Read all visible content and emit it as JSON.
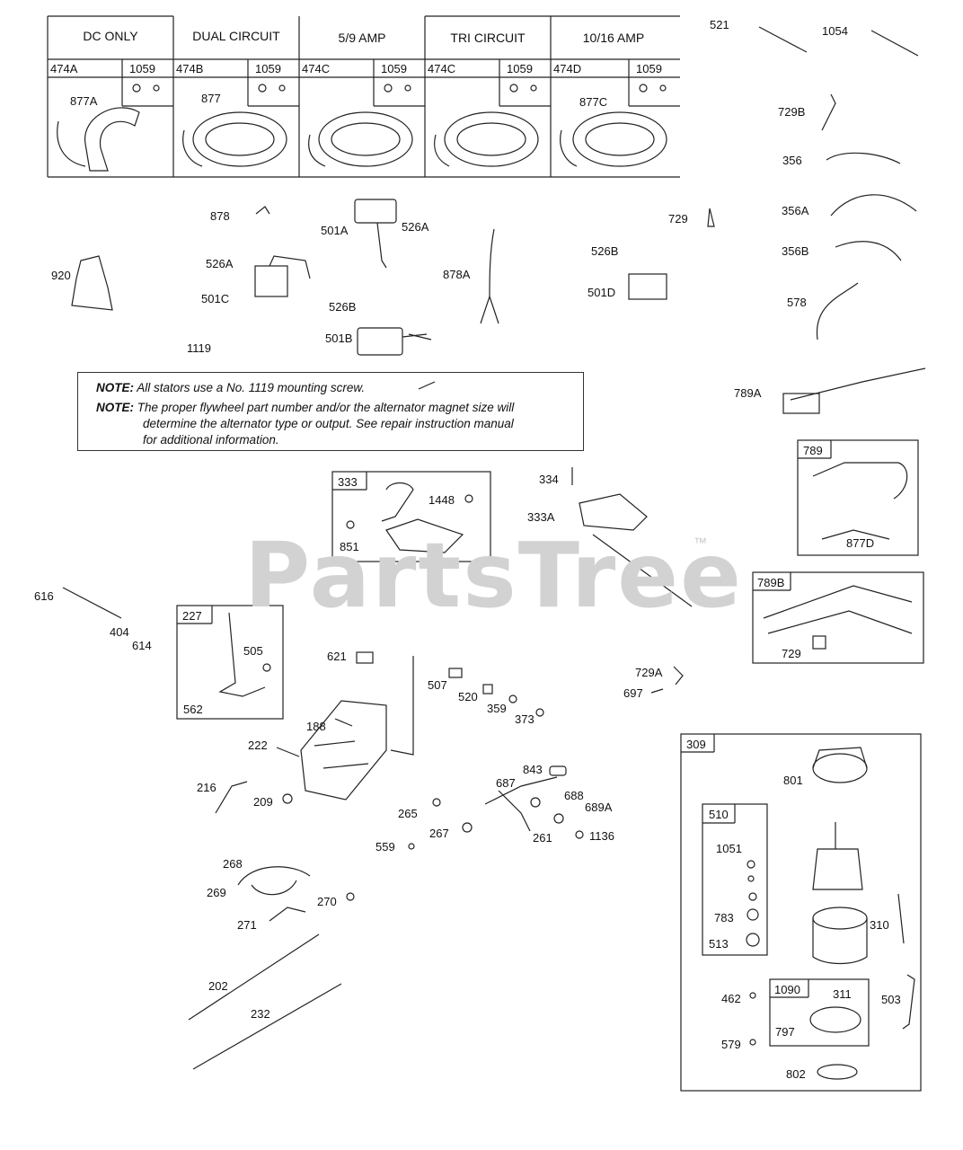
{
  "stator_table": {
    "headers": [
      "DC ONLY",
      "DUAL CIRCUIT",
      "5/9 AMP",
      "TRI CIRCUIT",
      "10/16 AMP"
    ],
    "kits": [
      "474A",
      "474B",
      "474C",
      "474C",
      "474D"
    ],
    "screw_kit": "1059",
    "leads": [
      "877A",
      "877",
      "",
      "",
      "877C"
    ]
  },
  "note": {
    "label1": "NOTE:",
    "text1": "All stators use a No. 1119 mounting screw.",
    "label2": "NOTE:",
    "text2a": "The proper flywheel part number and/or the alternator magnet size will",
    "text2b": "determine the alternator type or output. See repair instruction manual",
    "text2c": "for additional information."
  },
  "watermark": "PartsTree",
  "trademark": "™",
  "groups": {
    "g333": "333",
    "g227": "227",
    "g789": "789",
    "g789B": "789B",
    "g309": "309",
    "g510": "510",
    "g1090": "1090"
  },
  "callouts": {
    "p521": "521",
    "p1054": "1054",
    "p729B": "729B",
    "p356": "356",
    "p356A": "356A",
    "p356B": "356B",
    "p578": "578",
    "p789A": "789A",
    "p877D": "877D",
    "p729_789B": "729",
    "p878": "878",
    "p501A": "501A",
    "p526A_1": "526A",
    "p526A_2": "526A",
    "p501C": "501C",
    "p920": "920",
    "p878A": "878A",
    "p729": "729",
    "p526B_1": "526B",
    "p501D": "501D",
    "p526B_2": "526B",
    "p501B": "501B",
    "p1119": "1119",
    "p334": "334",
    "p333A": "333A",
    "p1448": "1448",
    "p851": "851",
    "p616": "616",
    "p404": "404",
    "p614": "614",
    "p505": "505",
    "p562": "562",
    "p621": "621",
    "p507": "507",
    "p520": "520",
    "p359": "359",
    "p373": "373",
    "p188": "188",
    "p222": "222",
    "p216": "216",
    "p209": "209",
    "p265": "265",
    "p843": "843",
    "p687": "687",
    "p688": "688",
    "p689A": "689A",
    "p261": "261",
    "p1136": "1136",
    "p267": "267",
    "p559": "559",
    "p729A": "729A",
    "p697": "697",
    "p268": "268",
    "p269": "269",
    "p270": "270",
    "p271": "271",
    "p202": "202",
    "p232": "232",
    "p801": "801",
    "p1051": "1051",
    "p783": "783",
    "p513": "513",
    "p310": "310",
    "p462": "462",
    "p311": "311",
    "p797": "797",
    "p503": "503",
    "p579": "579",
    "p802": "802"
  }
}
